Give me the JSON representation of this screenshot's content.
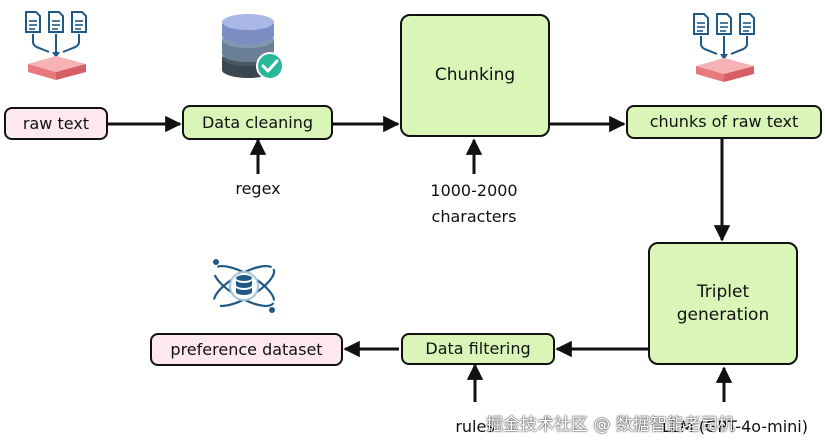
{
  "nodes": {
    "raw_text": "raw text",
    "data_cleaning": "Data cleaning",
    "chunking": "Chunking",
    "chunks_of_raw_text": "chunks of raw text",
    "triplet_generation": [
      "Triplet",
      "generation"
    ],
    "data_filtering": "Data filtering",
    "preference_dataset": "preference dataset"
  },
  "inputs": {
    "regex": "regex",
    "chunk_size": [
      "1000-2000",
      "characters"
    ],
    "rules": "rules",
    "llm": "LLM (GPT-4o-mini)"
  },
  "watermark": "掘金技术社区 @ 数据智能老司机",
  "icons": [
    "documents-merge-icon",
    "database-check-icon",
    "documents-merge-icon",
    "dataset-orbit-icon"
  ],
  "colors": {
    "pink_fill": "#fce8ee",
    "green_fill": "#d9f5b8",
    "stroke": "#111111",
    "icon_blue": "#1f5a87",
    "icon_light": "#a8c4dc",
    "icon_red": "#e87a7e",
    "db_check": "#29b79a"
  }
}
